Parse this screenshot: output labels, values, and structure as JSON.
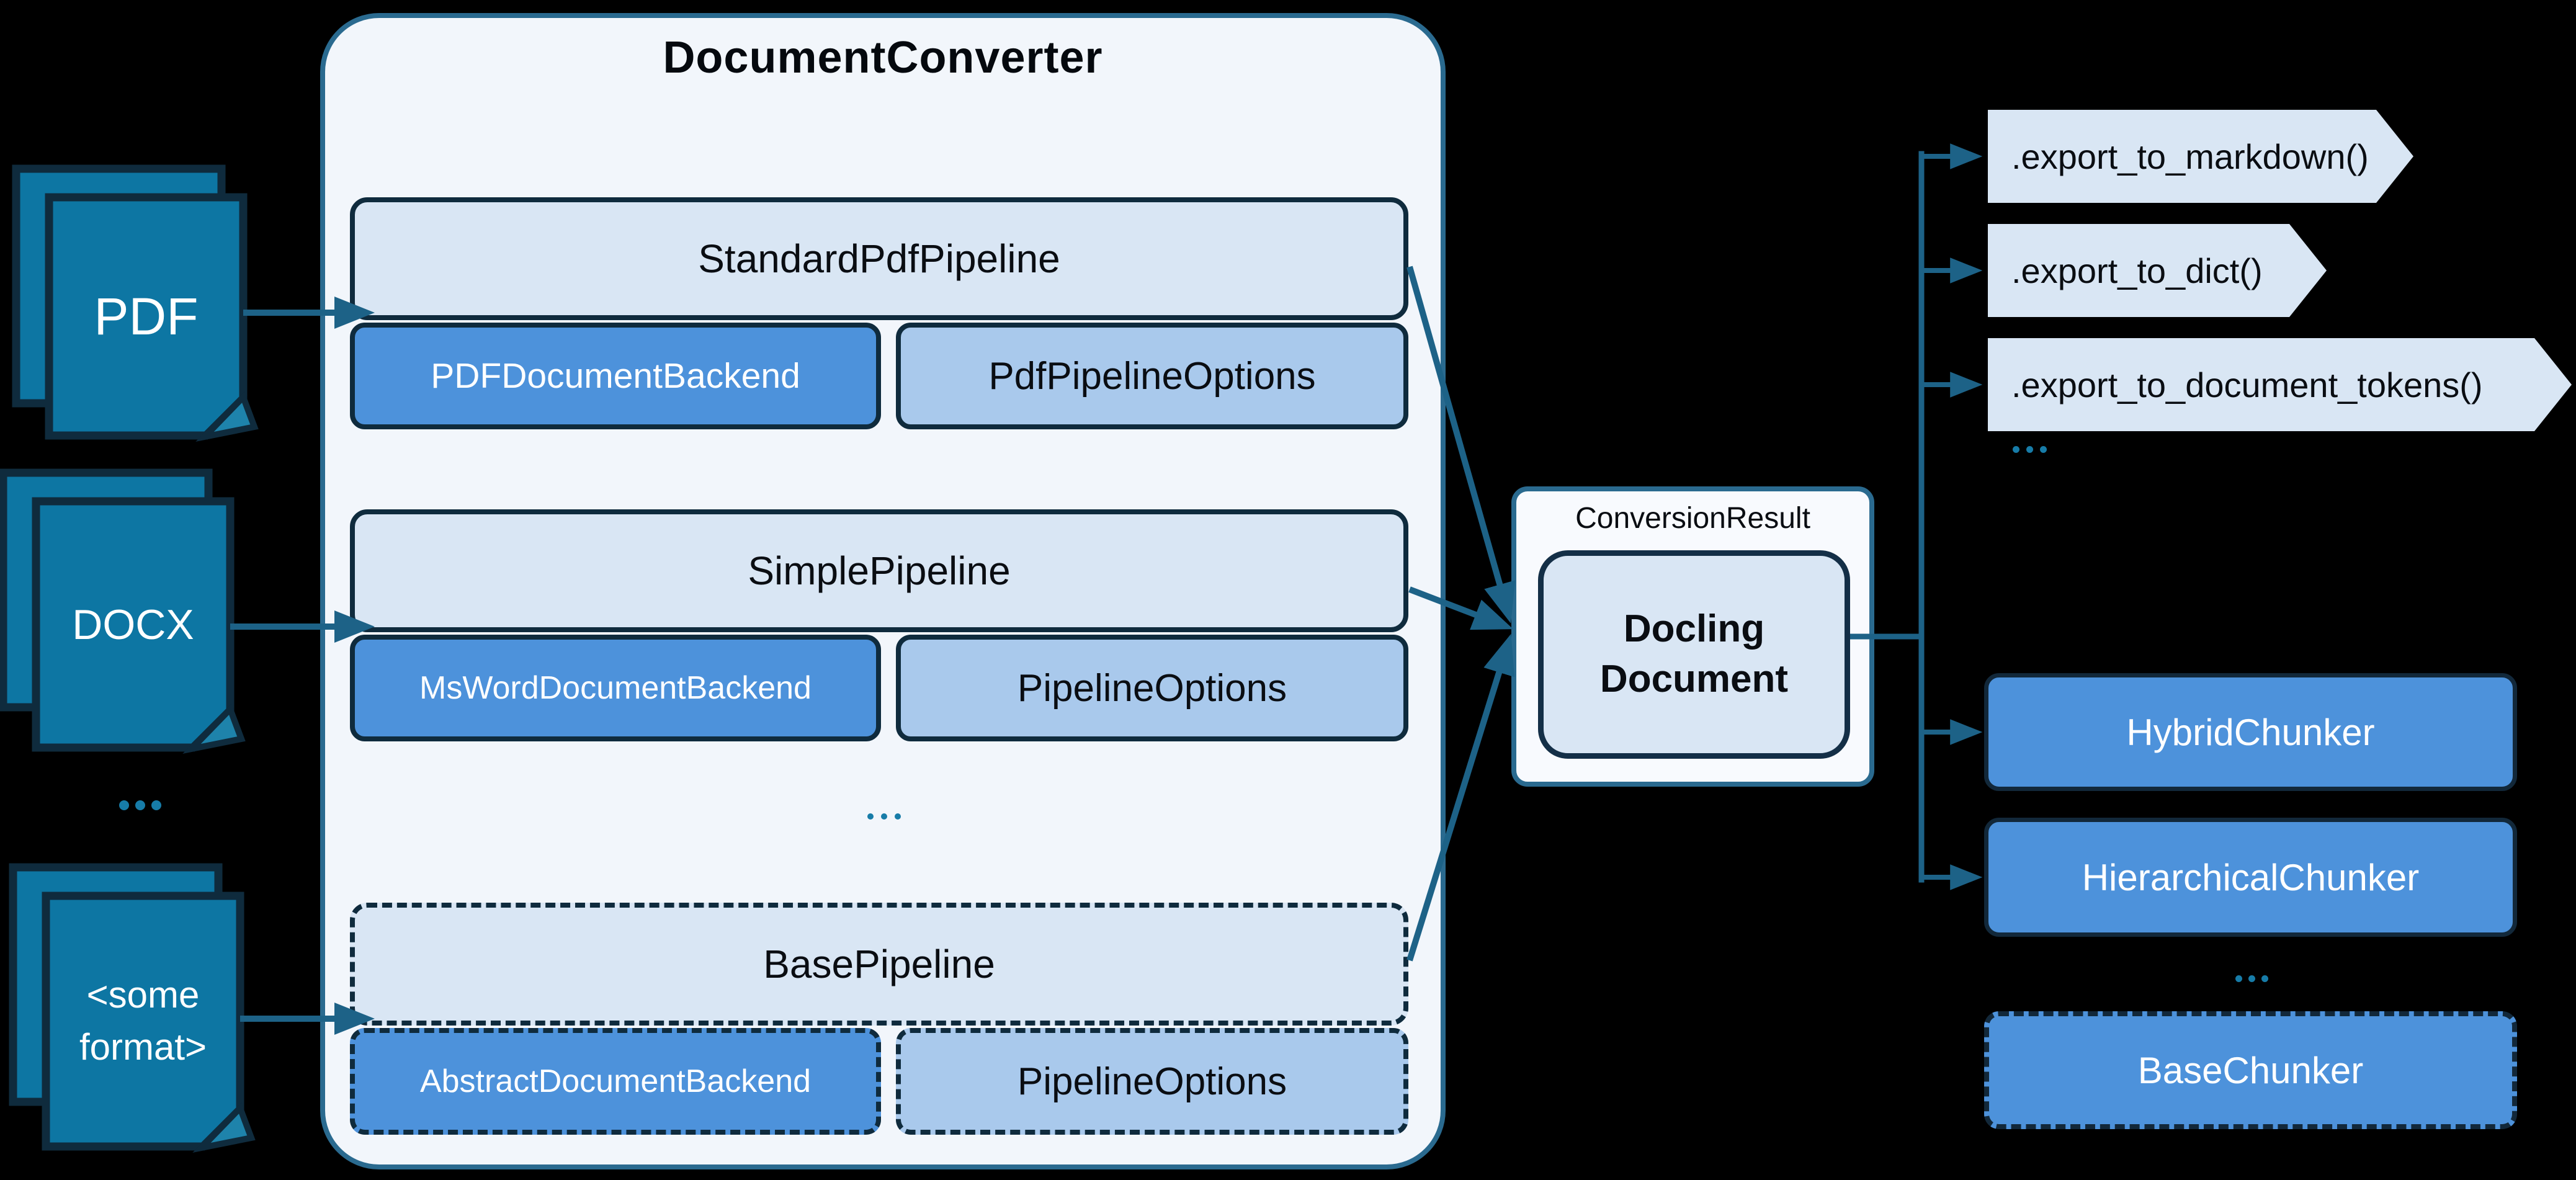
{
  "inputs": {
    "pdf": "PDF",
    "docx": "DOCX",
    "ellipsis": "...",
    "other": "<some\nformat>"
  },
  "converter": {
    "title": "DocumentConverter",
    "pipelines": [
      {
        "name": "StandardPdfPipeline",
        "backend": "PDFDocumentBackend",
        "options": "PdfPipelineOptions",
        "variant": "solid"
      },
      {
        "name": "SimplePipeline",
        "backend": "MsWordDocumentBackend",
        "options": "PipelineOptions",
        "variant": "solid"
      },
      {
        "name": "BasePipeline",
        "backend": "AbstractDocumentBackend",
        "options": "PipelineOptions",
        "variant": "dashed"
      }
    ],
    "ellipsis": "..."
  },
  "result": {
    "label": "ConversionResult",
    "document": "Docling\nDocument"
  },
  "exports": {
    "items": [
      ".export_to_markdown()",
      ".export_to_dict()",
      ".export_to_document_tokens()"
    ],
    "ellipsis": "..."
  },
  "chunkers": {
    "items": [
      {
        "label": "HybridChunker",
        "variant": "solid"
      },
      {
        "label": "HierarchicalChunker",
        "variant": "solid"
      },
      {
        "label": "BaseChunker",
        "variant": "dashed"
      }
    ],
    "ellipsis": "..."
  },
  "colors": {
    "background": "#000000",
    "document_icon_fill": "#0d76a3",
    "document_icon_fold": "#1e83ab",
    "outline_dark": "#0f2b3d",
    "container_border": "#2a6a8f",
    "container_fill": "#f2f6fb",
    "panel_light_blue": "#d9e6f4",
    "backend_blue": "#4d92db",
    "options_blue": "#a9c9ec",
    "arrow_teal": "#1d6287",
    "dot_teal": "#177ca8",
    "text_dark": "#0a0d12",
    "text_light": "#ffffff"
  }
}
